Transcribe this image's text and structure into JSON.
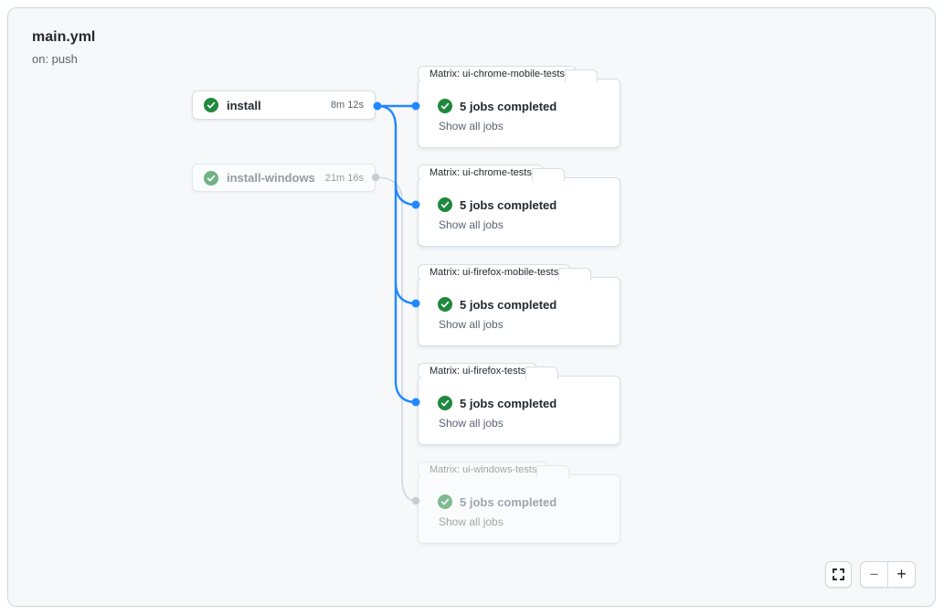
{
  "header": {
    "title": "main.yml",
    "trigger": "on: push"
  },
  "jobs": [
    {
      "name": "install",
      "duration": "8m 12s",
      "status": "success"
    },
    {
      "name": "install-windows",
      "duration": "21m 16s",
      "status": "success-muted"
    }
  ],
  "matrix_cards": [
    {
      "label": "Matrix: ui-chrome-mobile-tests",
      "summary": "5 jobs completed",
      "link_label": "Show all jobs",
      "status": "success"
    },
    {
      "label": "Matrix: ui-chrome-tests",
      "summary": "5 jobs completed",
      "link_label": "Show all jobs",
      "status": "success"
    },
    {
      "label": "Matrix: ui-firefox-mobile-tests",
      "summary": "5 jobs completed",
      "link_label": "Show all jobs",
      "status": "success"
    },
    {
      "label": "Matrix: ui-firefox-tests",
      "summary": "5 jobs completed",
      "link_label": "Show all jobs",
      "status": "success"
    },
    {
      "label": "Matrix: ui-windows-tests",
      "summary": "5 jobs completed",
      "link_label": "Show all jobs",
      "status": "success-muted"
    }
  ],
  "controls": {
    "zoom_out": "−",
    "zoom_in": "+"
  },
  "colors": {
    "accent_blue": "#2188ff",
    "success_green": "#1f883d",
    "text": "#24292f",
    "muted_text": "#59636e",
    "panel_bg": "#f6f8fa",
    "panel_border": "#d0d7de"
  }
}
